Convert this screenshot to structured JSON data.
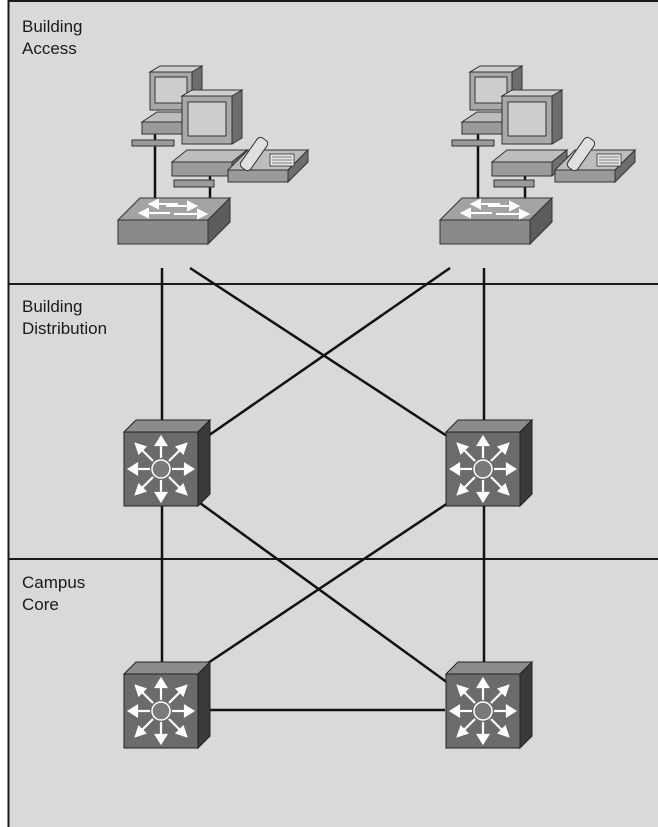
{
  "layers": [
    {
      "id": "access",
      "line1": "Building",
      "line2": "Access"
    },
    {
      "id": "distribution",
      "line1": "Building",
      "line2": "Distribution"
    },
    {
      "id": "core",
      "line1": "Campus",
      "line2": "Core"
    }
  ],
  "colors": {
    "panel_background": "#d9d9d9",
    "divider": "#1a1a1a",
    "link": "#111111",
    "device_front": "#6b6b6b",
    "device_side": "#3a3a3a",
    "device_top": "#9a9a9a",
    "access_switch": "#8e8e8e",
    "monitor_screen": "#c8c8c8",
    "workstation_body": "#a8a8a8"
  },
  "icons": {
    "workstation": "workstation-icon",
    "ip_phone": "ip-phone-icon",
    "access_switch": "access-switch-icon",
    "multilayer_switch": "multilayer-switch-icon"
  },
  "devices": [
    {
      "id": "access-left",
      "type": "access-switch"
    },
    {
      "id": "access-right",
      "type": "access-switch"
    },
    {
      "id": "dist-left",
      "type": "multilayer-switch"
    },
    {
      "id": "dist-right",
      "type": "multilayer-switch"
    },
    {
      "id": "core-left",
      "type": "multilayer-switch"
    },
    {
      "id": "core-right",
      "type": "multilayer-switch"
    }
  ],
  "links": [
    [
      "access-left",
      "dist-left"
    ],
    [
      "access-left",
      "dist-right"
    ],
    [
      "access-right",
      "dist-left"
    ],
    [
      "access-right",
      "dist-right"
    ],
    [
      "dist-left",
      "core-left"
    ],
    [
      "dist-left",
      "core-right"
    ],
    [
      "dist-right",
      "core-left"
    ],
    [
      "dist-right",
      "core-right"
    ],
    [
      "core-left",
      "core-right"
    ]
  ]
}
